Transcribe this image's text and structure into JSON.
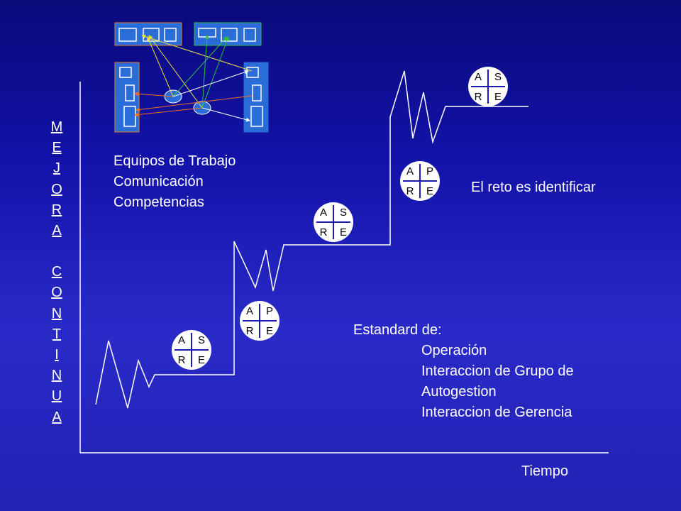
{
  "y_axis_label": [
    "M",
    "E",
    "J",
    "O",
    "R",
    "A",
    "",
    "C",
    "O",
    "N",
    "T",
    "I",
    "N",
    "U",
    "A"
  ],
  "x_axis_label": "Tiempo",
  "team_labels": [
    "Equipos de Trabajo",
    "Comunicación",
    "Competencias"
  ],
  "challenge_label": "El reto es identificar",
  "standard": {
    "title": "Estandard de:",
    "items": [
      "Operación",
      "Interaccion de Grupo de",
      "Autogestion",
      "Interaccion de Gerencia"
    ]
  },
  "cycles": [
    {
      "tl": "A",
      "tr": "S",
      "bl": "R",
      "br": "E"
    },
    {
      "tl": "A",
      "tr": "P",
      "bl": "R",
      "br": "E"
    },
    {
      "tl": "A",
      "tr": "S",
      "bl": "R",
      "br": "E"
    },
    {
      "tl": "A",
      "tr": "P",
      "bl": "R",
      "br": "E"
    },
    {
      "tl": "A",
      "tr": "S",
      "bl": "R",
      "br": "E"
    }
  ],
  "colors": {
    "background": "#1a1aa8",
    "axis_line": "#ffffff",
    "module_fill": "#2a6cd8",
    "module_border": "#e08020",
    "arrow_yellow": "#f0e040",
    "arrow_green": "#30c040",
    "arrow_orange": "#f07020"
  }
}
